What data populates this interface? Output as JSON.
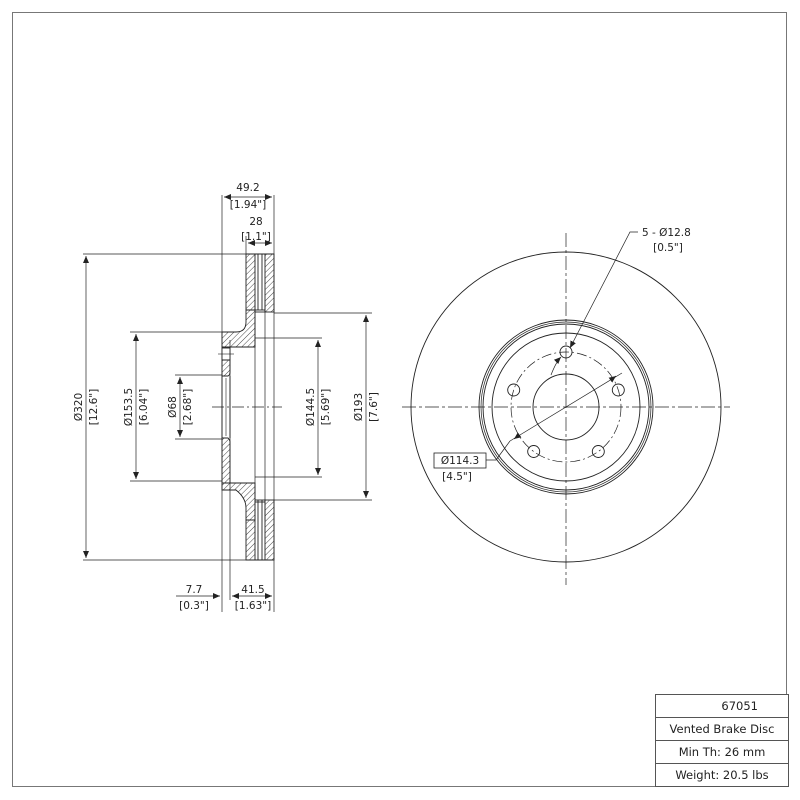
{
  "title_block": {
    "part_number": "67051",
    "description": "Vented Brake Disc",
    "min_thickness": "Min Th: 26 mm",
    "weight": "Weight: 20.5 lbs"
  },
  "section_view": {
    "overall_width": {
      "mm": "49.2",
      "in": "[1.94\"]"
    },
    "disc_thickness": {
      "mm": "28",
      "in": "[1.1\"]"
    },
    "outer_diameter": {
      "mm": "Ø320",
      "in": "[12.6\"]"
    },
    "hat_diameter": {
      "mm": "Ø153.5",
      "in": "[6.04\"]"
    },
    "center_bore": {
      "mm": "Ø68",
      "in": "[2.68\"]"
    },
    "hat_inner_diameter": {
      "mm": "Ø144.5",
      "in": "[5.69\"]"
    },
    "vent_inner_diameter": {
      "mm": "Ø193",
      "in": "[7.6\"]"
    },
    "hat_face_thickness": {
      "mm": "7.7",
      "in": "[0.3\"]"
    },
    "offset": {
      "mm": "41.5",
      "in": "[1.63\"]"
    }
  },
  "front_view": {
    "bolt_holes": {
      "mm": "5 - Ø12.8",
      "in": "[0.5\"]"
    },
    "bolt_circle": {
      "mm": "Ø114.3",
      "in": "[4.5\"]"
    }
  }
}
